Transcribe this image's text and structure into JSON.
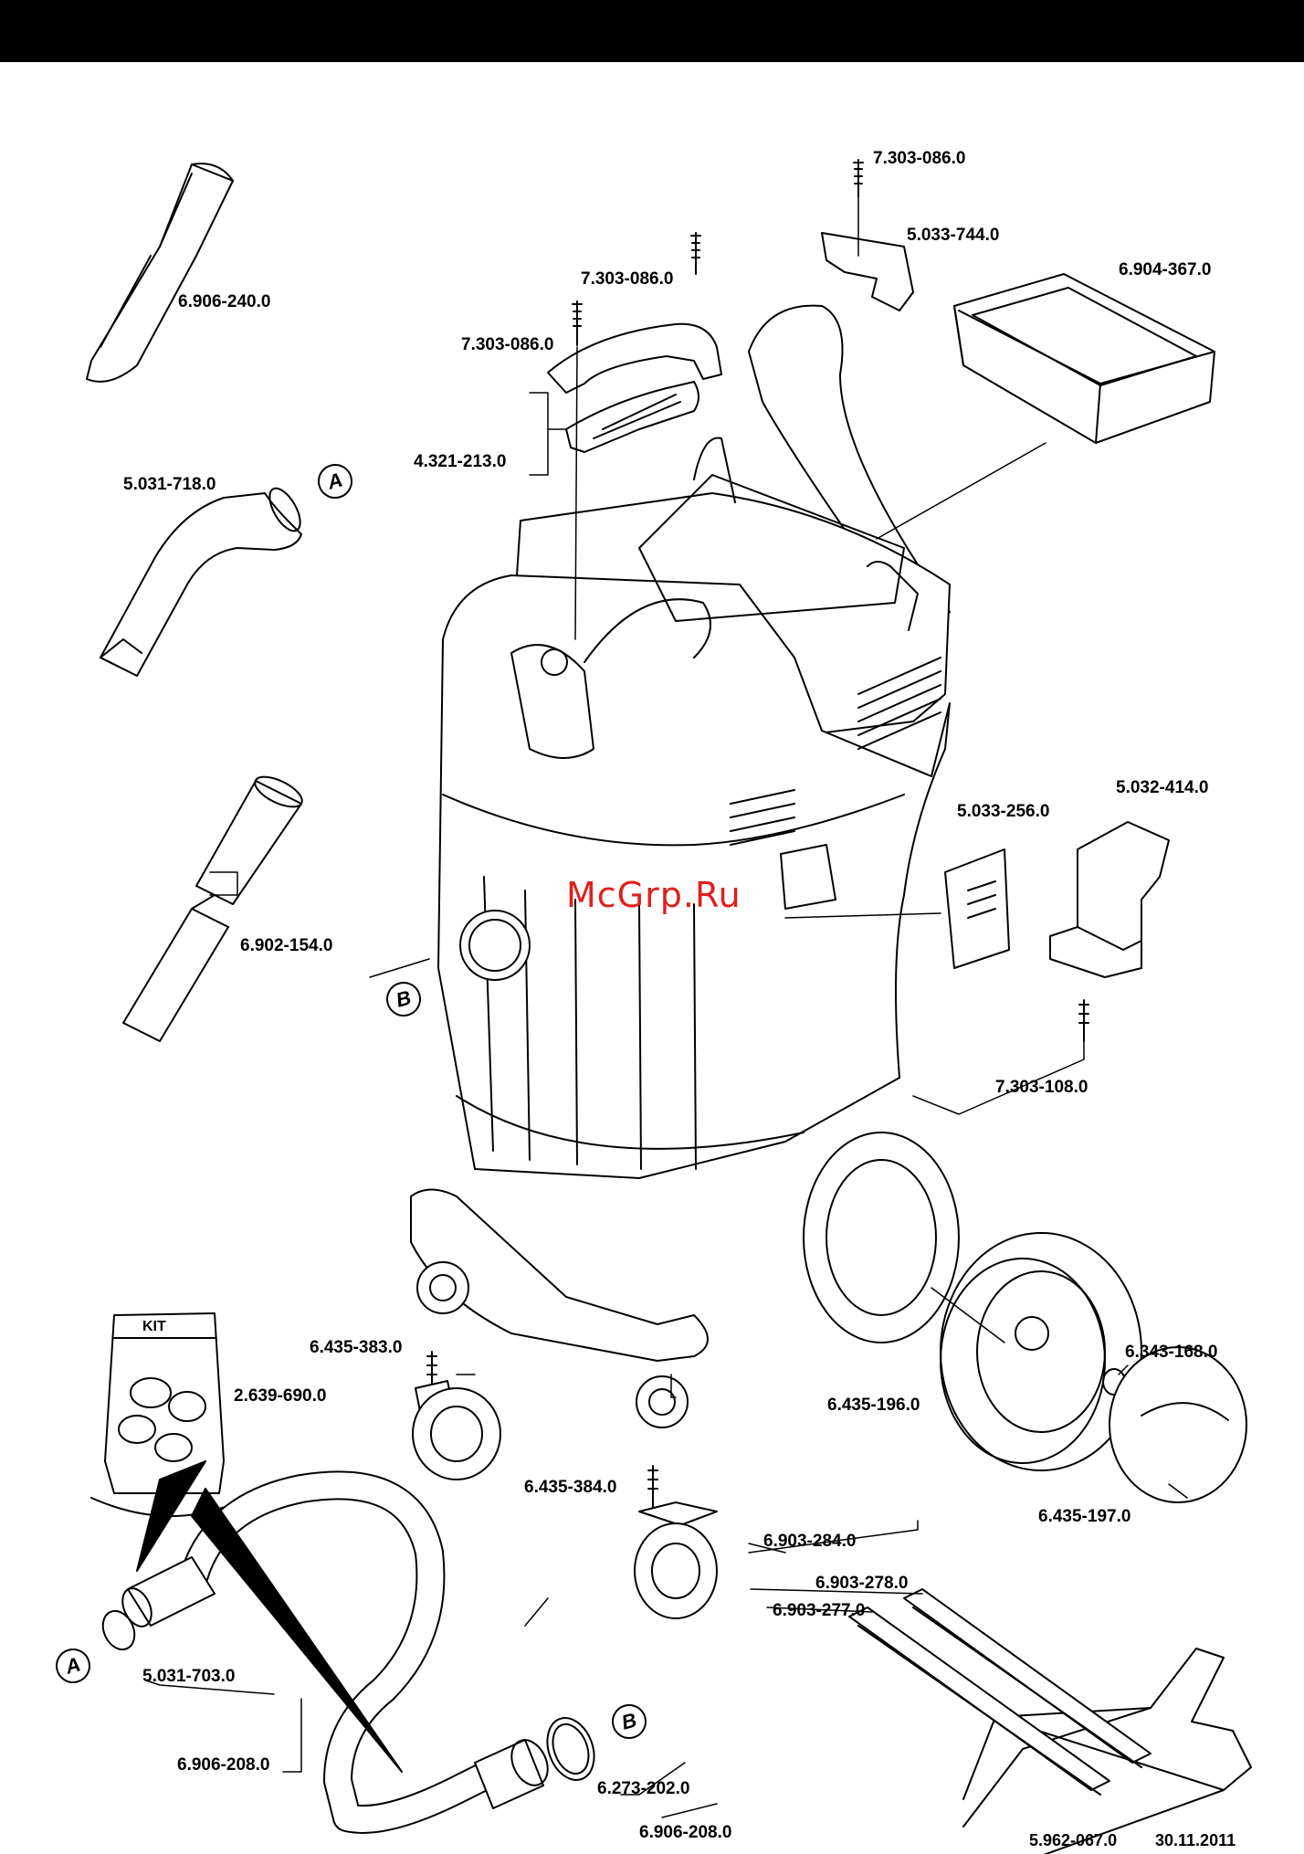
{
  "header": {
    "bar_color": "#000000"
  },
  "watermark": {
    "text": "McGrp.Ru",
    "color": "#e0201c"
  },
  "kit": {
    "label": "KIT"
  },
  "callouts": {
    "a_top": "A",
    "b_mid": "B",
    "a_bottom": "A",
    "b_bottom": "B"
  },
  "parts": {
    "screw_top": "7.303-086.0",
    "bracket": "5.033-744.0",
    "filter": "6.904-367.0",
    "screw_mid": "7.303-086.0",
    "screw_left": "7.303-086.0",
    "handle": "4.321-213.0",
    "crevice_nozzle": "6.906-240.0",
    "elbow": "5.031-718.0",
    "tubes": "6.902-154.0",
    "cover_small": "5.033-256.0",
    "holder": "5.032-414.0",
    "screw_holder": "7.303-108.0",
    "castor_front": "6.435-383.0",
    "kit_part": "2.639-690.0",
    "wheel": "6.435-196.0",
    "wheel_clip": "6.343-168.0",
    "castor_rear": "6.435-384.0",
    "hubcap": "6.435-197.0",
    "floor_nozzle": "6.903-284.0",
    "strip_1": "6.903-278.0",
    "strip_2": "6.903-277.0",
    "hose_clip": "5.031-703.0",
    "hose": "6.906-208.0",
    "hose_ring": "6.273-202.0",
    "hose_set": "6.906-208.0"
  },
  "footer": {
    "doc_number": "5.962-067.0",
    "date": "30.11.2011"
  }
}
